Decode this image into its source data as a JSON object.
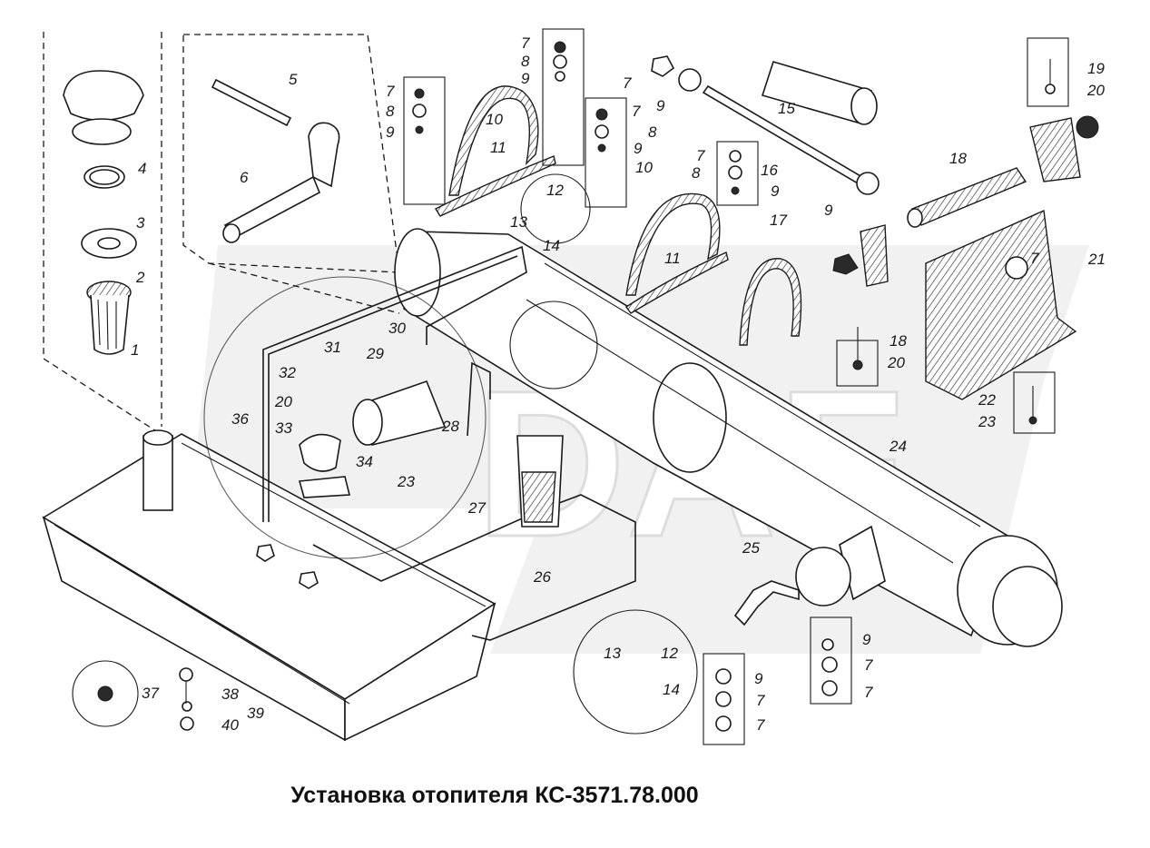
{
  "caption": "Установка отопителя КС-3571.78.000",
  "watermark": "DAF",
  "colors": {
    "ink": "#1a1a1a",
    "paper": "#ffffff",
    "watermark": "#e6e6e6"
  },
  "callouts": [
    "1",
    "2",
    "3",
    "4",
    "5",
    "6",
    "7",
    "8",
    "9",
    "10",
    "11",
    "12",
    "13",
    "14",
    "15",
    "16",
    "17",
    "18",
    "19",
    "20",
    "21",
    "22",
    "23",
    "24",
    "25",
    "26",
    "27",
    "28",
    "29",
    "30",
    "31",
    "32",
    "33",
    "34",
    "36",
    "37",
    "38",
    "39",
    "40"
  ]
}
